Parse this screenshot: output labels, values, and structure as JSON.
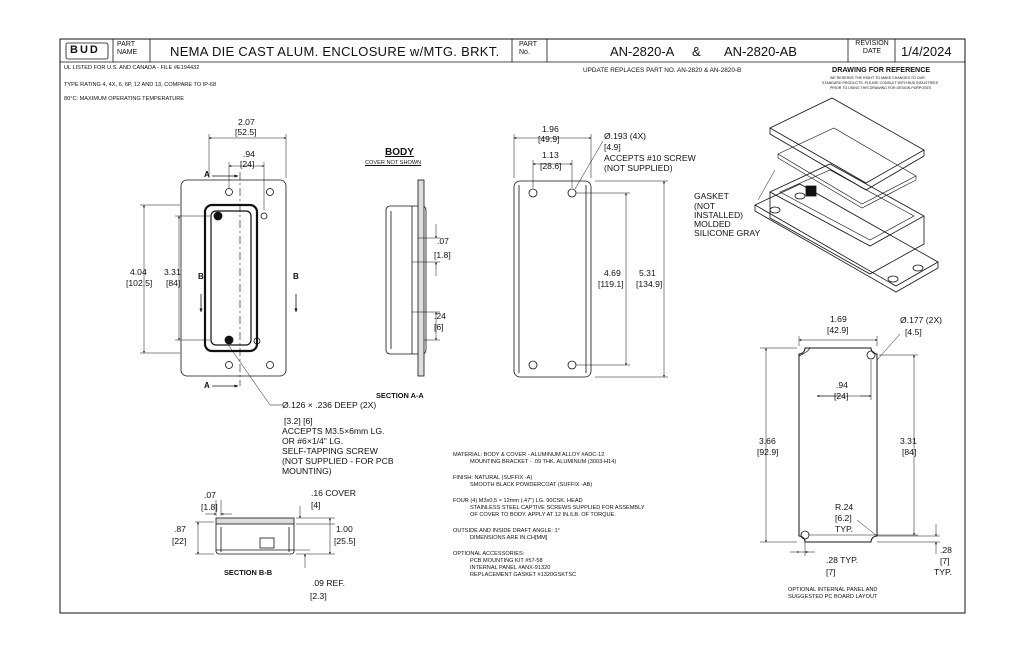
{
  "title_block": {
    "logo": "BUD",
    "part_name_label": "PART NAME",
    "part_name": "NEMA DIE CAST ALUM. ENCLOSURE w/MTG. BRKT.",
    "part_no_label": "PART No.",
    "part_no_a": "AN-2820-A",
    "part_no_sep": "&",
    "part_no_b": "AN-2820-AB",
    "revision_label": "REVISION DATE",
    "revision_date": "1/4/2024"
  },
  "header_notes": {
    "ul_listed": "UL LISTED FOR U.S. AND CANADA - FILE #E194432",
    "type_rating": "TYPE RATING 4, 4X, 6, 6P, 12 AND 13, COMPARE TO IP-68",
    "max_temp": "80°C: MAXIMUM OPERATING TEMPERATURE",
    "update": "UPDATE REPLACES PART NO. AN-2820 & AN-2820-B",
    "reference_title": "DRAWING FOR REFERENCE",
    "reference_note_1": "WE RESERVE THE RIGHT TO MAKE CHANGES TO OUR",
    "reference_note_2": "STANDARD PRODUCTS. PLEASE CONSULT WITH BUD INDUSTRIES",
    "reference_note_3": "PRIOR TO USING THIS DRAWING FOR DESIGN PURPOSES"
  },
  "front_view": {
    "width_in": "2.07",
    "width_mm": "[52.5]",
    "inner_w_in": ".94",
    "inner_w_mm": "[24]",
    "height_in": "4.04",
    "height_mm": "[102.5]",
    "inner_h_in": "3.31",
    "inner_h_mm": "[84]",
    "section_a_top": "A",
    "section_a_bottom": "A",
    "section_b_left": "B",
    "section_b_right": "B",
    "hole_dim": "Ø.126 × .236 DEEP (2X)",
    "hole_dim_mm": "[3.2]   [6]",
    "hole_note_1": "ACCEPTS M3.5×6mm LG.",
    "hole_note_2": "OR #6×1/4\" LG.",
    "hole_note_3": "SELF-TAPPING SCREW",
    "hole_note_4": "(NOT SUPPLIED - FOR PCB",
    "hole_note_5": "MOUNTING)"
  },
  "section_aa": {
    "body_title": "BODY",
    "cover_note": "COVER NOT SHOWN",
    "wall_in": ".07",
    "wall_mm": "[1.8]",
    "flange_in": ".24",
    "flange_mm": "[6]",
    "label": "SECTION A-A"
  },
  "bottom_view": {
    "width_in": "1.96",
    "width_mm": "[49.9]",
    "hole_sp_in": "1.13",
    "hole_sp_mm": "[28.6]",
    "hole_dia": "Ø.193 (4X)",
    "hole_dia_mm": "[4.9]",
    "hole_note_1": "ACCEPTS #10 SCREW",
    "hole_note_2": "(NOT SUPPLIED)",
    "hole_h_in": "4.69",
    "hole_h_mm": "[119.1]",
    "height_in": "5.31",
    "height_mm": "[134.9]"
  },
  "gasket_note": [
    "GASKET",
    "(NOT",
    "INSTALLED)",
    "MOLDED",
    "SILICONE GRAY"
  ],
  "section_bb": {
    "wall_in": ".07",
    "wall_mm": "[1.8]",
    "cover_in": ".16 COVER",
    "cover_mm": "[4]",
    "height_in": ".87",
    "height_mm": "[22]",
    "body_h_in": "1.00",
    "body_h_mm": "[25.5]",
    "ref_in": ".09  REF.",
    "ref_mm": "[2.3]",
    "label": "SECTION B-B"
  },
  "notes": {
    "material_1": "MATERIAL: BODY & COVER - ALUMINUM ALLOY #ADC-12",
    "material_2": "MOUNTING BRACKET - .09 THK. ALUMINUM (3003-H14)",
    "finish_1": "FINISH: NATURAL (SUFFIX -A)",
    "finish_2": "SMOOTH BLACK POWDERCOAT (SUFFIX -AB)",
    "screws_1": "FOUR (4) M3x0.5 × 12mm (.47\") LG. 90CSK. HEAD",
    "screws_2": "STAINLESS STEEL CAPTIVE SCREWS SUPPLIED FOR ASSEMBLY",
    "screws_3": "OF COVER TO BODY. APPLY AT 12 IN./LB. OF TORQUE.",
    "draft_1": "OUTSIDE AND INSIDE DRAFT ANGLE: 1°",
    "draft_2": "DIMENSIONS ARE IN.CH[MM]",
    "acc_title": "OPTIONAL ACCESSORIES:",
    "acc_1": "PCB MOUNTING KIT #57-58",
    "acc_2": "INTERNAL PANEL #ANX-91320",
    "acc_3": "REPLACEMENT GASKET #1320GSKTSC"
  },
  "panel_view": {
    "width_in": "1.69",
    "width_mm": "[42.9]",
    "hole_dia": "Ø.177 (2X)",
    "hole_dia_mm": "[4.5]",
    "inner_in": ".94",
    "inner_mm": "[24]",
    "height_in": "3.66",
    "height_mm": "[92.9]",
    "hole_h_in": "3.31",
    "hole_h_mm": "[84]",
    "radius_in": "R.24",
    "radius_mm": "[6.2]",
    "radius_typ": "TYP.",
    "corner_x_in": ".28 TYP.",
    "corner_x_mm": "[7]",
    "corner_y_in": ".28",
    "corner_y_mm": "[7]",
    "corner_y_typ": "TYP.",
    "caption_1": "OPTIONAL INTERNAL PANEL AND",
    "caption_2": "SUGGESTED PC BOARD LAYOUT"
  }
}
